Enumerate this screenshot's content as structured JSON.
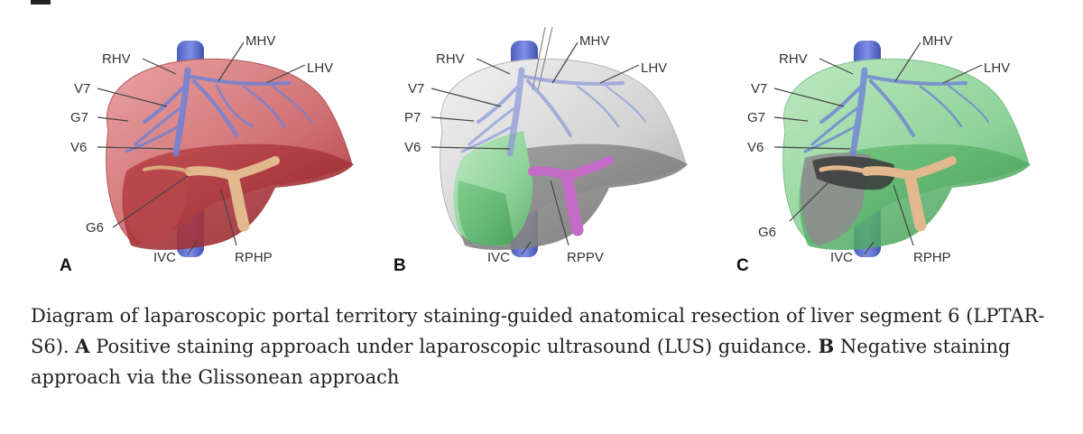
{
  "panels": [
    {
      "letter": "A",
      "labels": {
        "rhv": "RHV",
        "mhv": "MHV",
        "lhv": "LHV",
        "v7": "V7",
        "g7": "G7",
        "v6": "V6",
        "g6": "G6",
        "ivc": "IVC",
        "portal": "RPHP"
      }
    },
    {
      "letter": "B",
      "labels": {
        "rhv": "RHV",
        "mhv": "MHV",
        "lhv": "LHV",
        "v7": "V7",
        "p7": "P7",
        "v6": "V6",
        "ivc": "IVC",
        "portal": "RPPV"
      }
    },
    {
      "letter": "C",
      "labels": {
        "rhv": "RHV",
        "mhv": "MHV",
        "lhv": "LHV",
        "v7": "V7",
        "g7": "G7",
        "v6": "V6",
        "g6": "G6",
        "ivc": "IVC",
        "portal": "RPHP"
      }
    }
  ],
  "caption": {
    "text_1": "Diagram of laparoscopic portal territory staining-guided anatomical resection of liver segment 6 (LPTAR-S6). ",
    "bold_a": "A",
    "text_2": " Positive staining approach under laparoscopic ultrasound (LUS) guidance. ",
    "bold_b": "B",
    "text_3": " Negative staining approach via the Glissonean approach"
  },
  "colors": {
    "liver_red": "#c9676b",
    "liver_gray": "#cfcfcf",
    "liver_green": "#8fd39a",
    "vein_blue": "#6f82d6",
    "portal_tan": "#e2b98f",
    "portal_pink": "#c46ac7"
  }
}
